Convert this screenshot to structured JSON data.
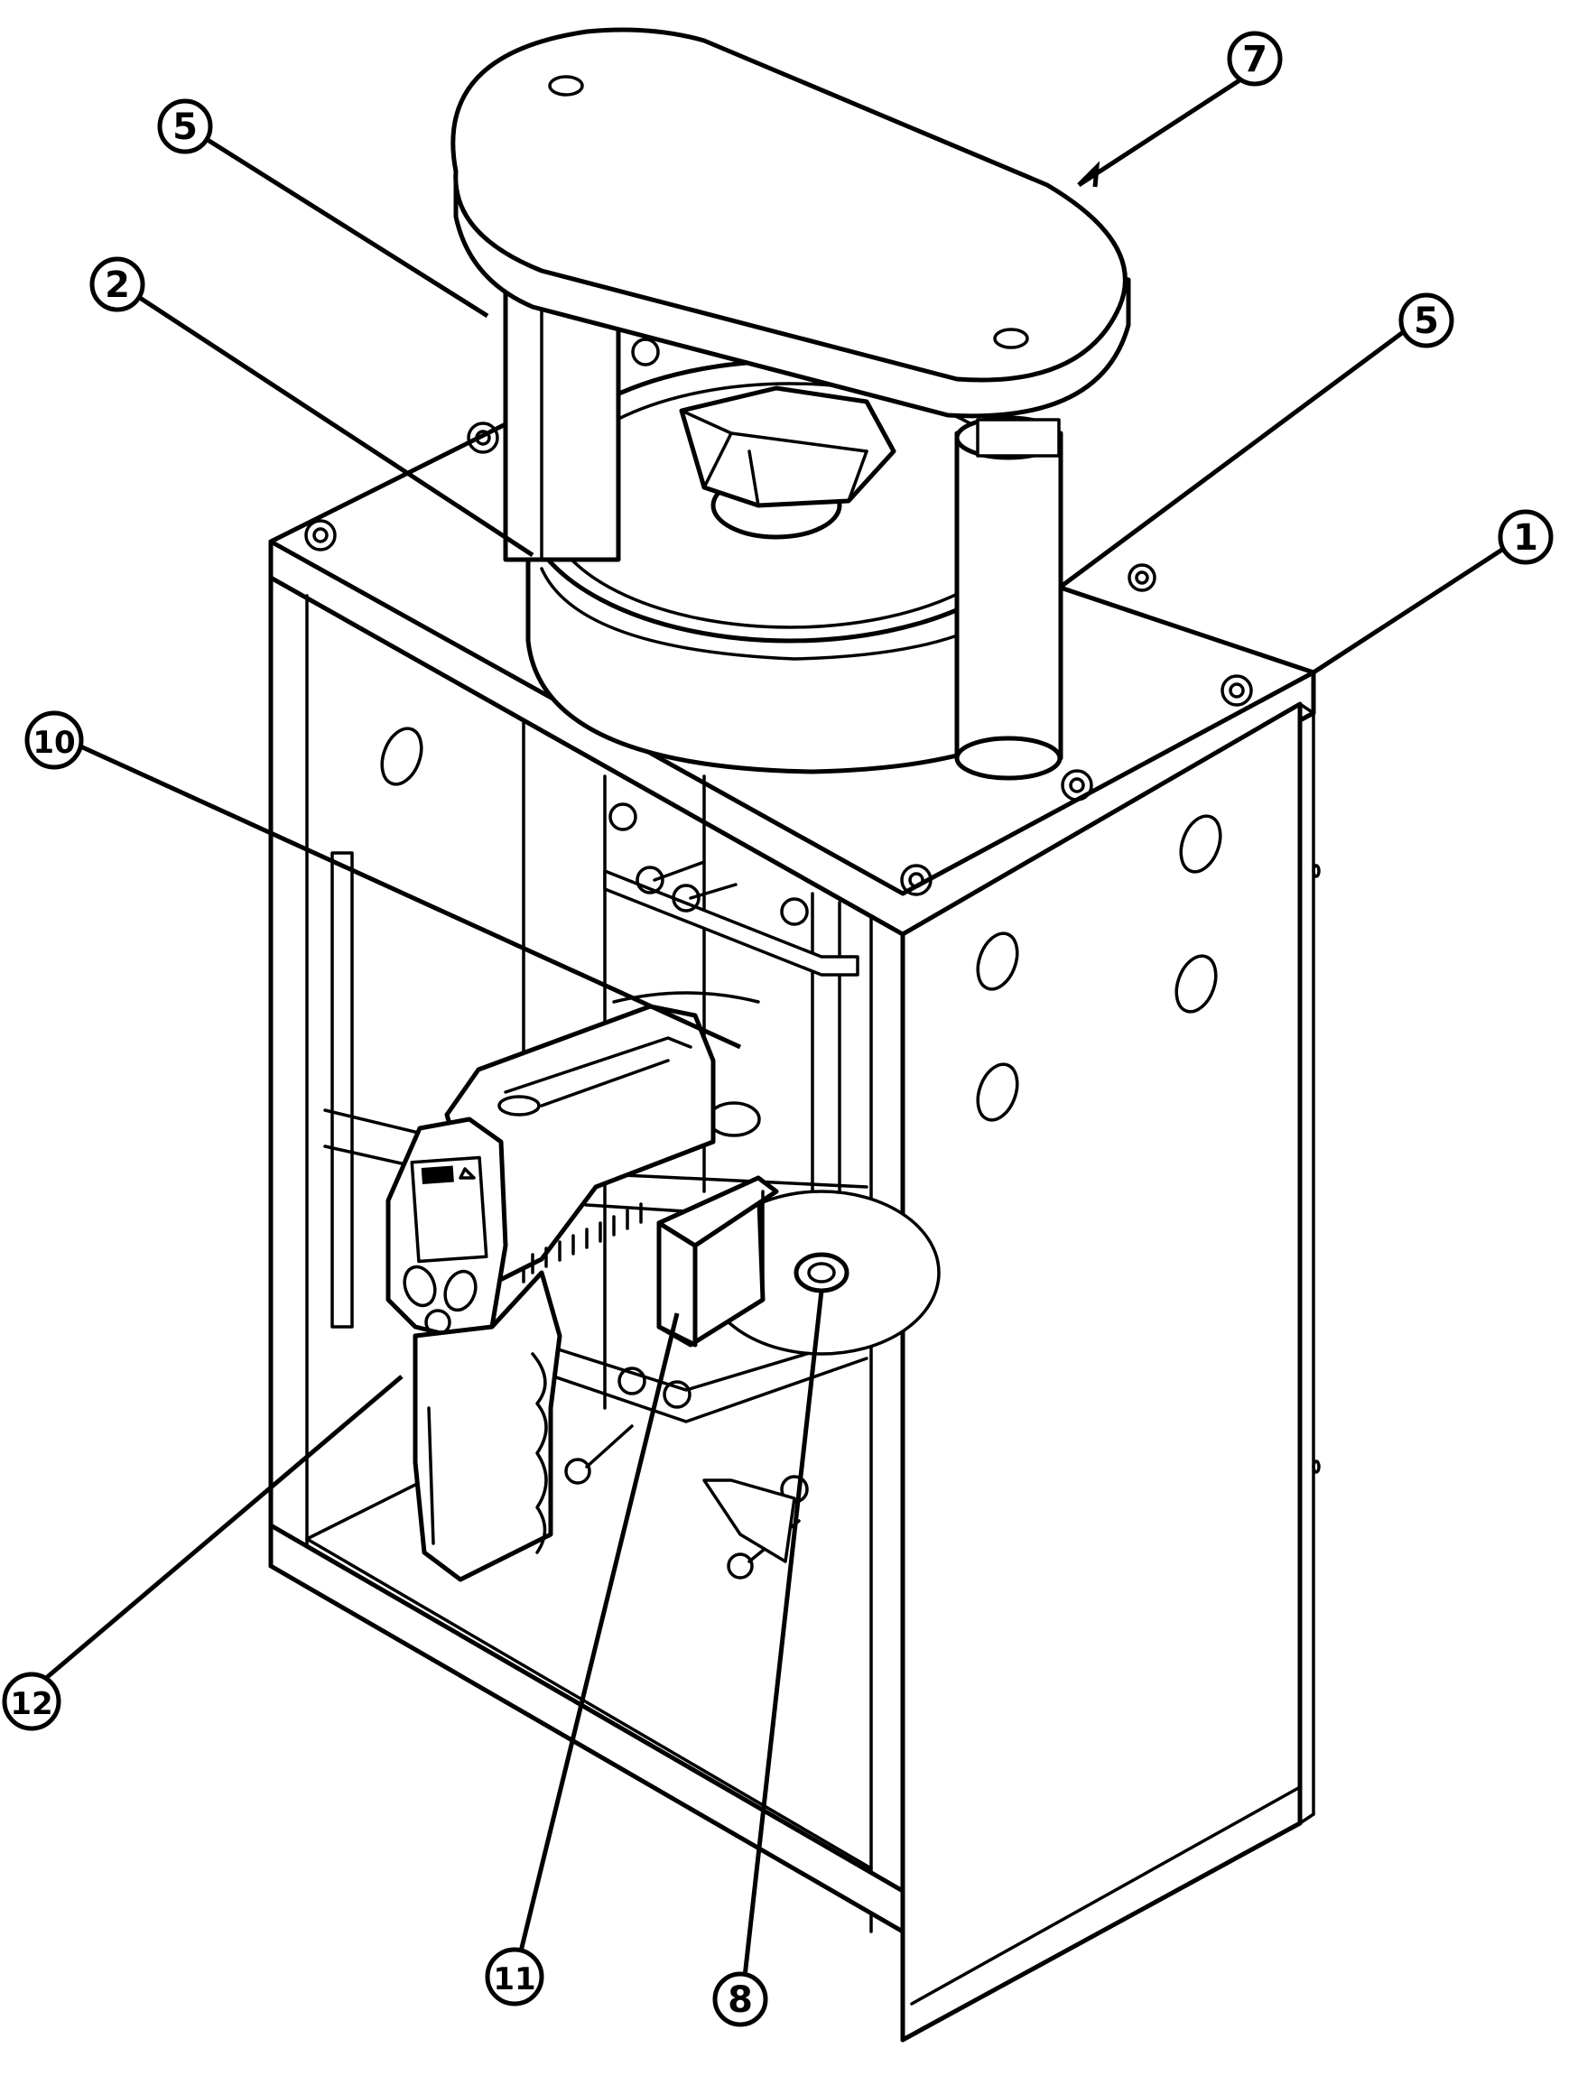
{
  "callouts": [
    {
      "id": "c7a",
      "label": "7"
    },
    {
      "id": "c5a",
      "label": "5"
    },
    {
      "id": "c2",
      "label": "2"
    },
    {
      "id": "c5b",
      "label": "5"
    },
    {
      "id": "c1",
      "label": "1"
    },
    {
      "id": "c10",
      "label": "10"
    },
    {
      "id": "c12",
      "label": "12"
    },
    {
      "id": "c11",
      "label": "11"
    },
    {
      "id": "c8",
      "label": "8"
    }
  ]
}
